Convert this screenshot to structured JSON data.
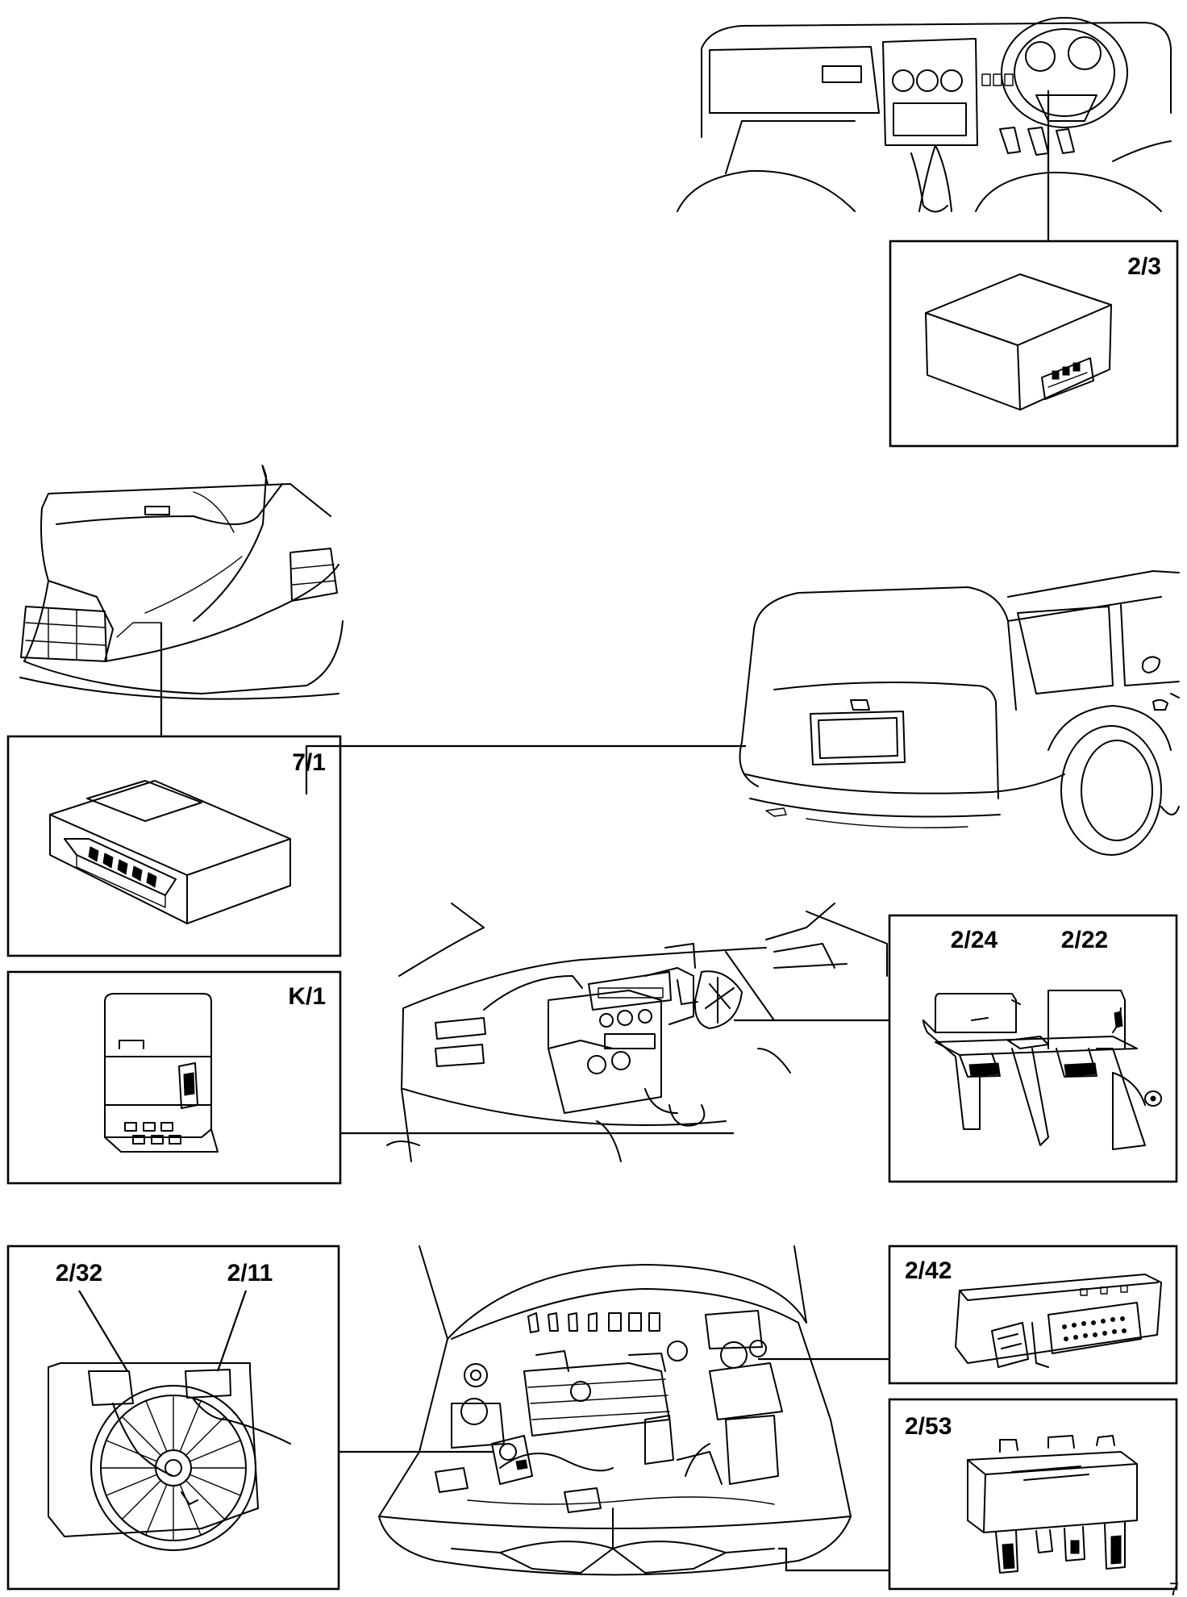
{
  "labels": {
    "dash_module": "2/3",
    "trunk_module": "7/1",
    "relay_k1": "K/1",
    "relay_left": "2/24",
    "relay_right": "2/22",
    "fan_relay_left": "2/32",
    "fan_relay_right": "2/11",
    "engine_module": "2/42",
    "engine_relay": "2/53"
  },
  "page_number": "7"
}
